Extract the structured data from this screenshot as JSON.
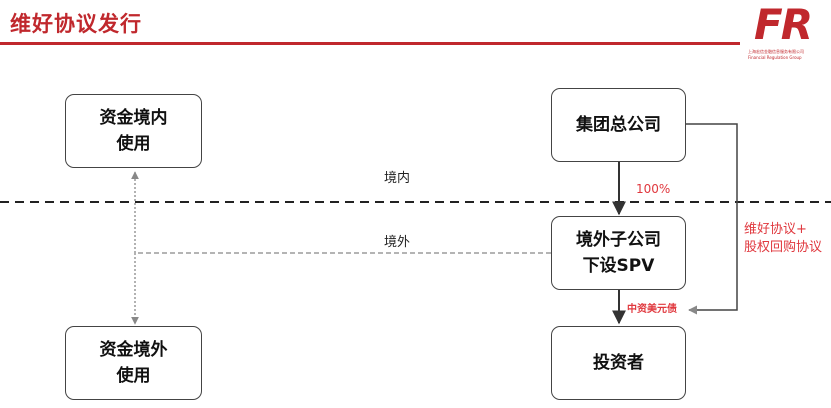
{
  "title": "维好协议发行",
  "logo": {
    "mark": "FR",
    "cn": "上海宏信金融信息服务有限公司",
    "en": "Financial Regulation Group"
  },
  "nodes": {
    "onshore_use": {
      "line1": "资金境内",
      "line2": "使用"
    },
    "parent_company": {
      "label": "集团总公司"
    },
    "spv": {
      "line1": "境外子公司",
      "line2": "下设SPV"
    },
    "offshore_use": {
      "line1": "资金境外",
      "line2": "使用"
    },
    "investors": {
      "label": "投资者"
    }
  },
  "labels": {
    "onshore": "境内",
    "offshore": "境外",
    "ownership": "100%",
    "agreement_line1": "维好协议+",
    "agreement_line2": "股权回购协议",
    "bond": "中资美元债"
  },
  "colors": {
    "accent": "#c0282d",
    "highlight": "#e0383e"
  }
}
